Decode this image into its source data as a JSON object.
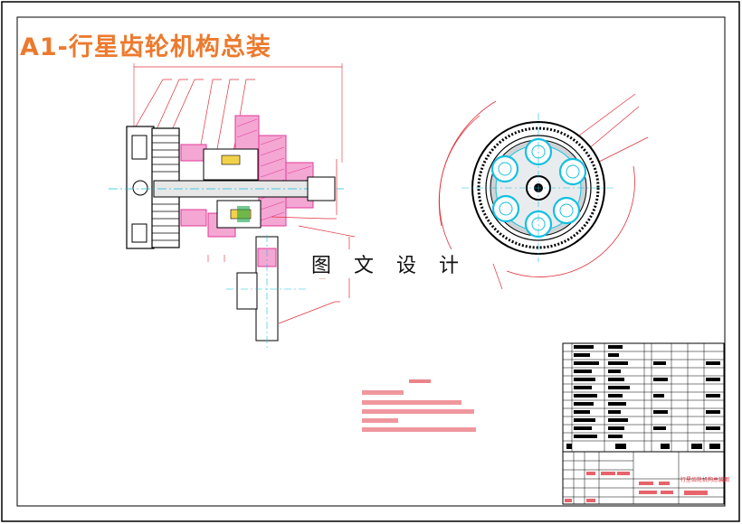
{
  "drawing": {
    "title": "A1-行星齿轮机构总装",
    "watermark": "图 文 设 计"
  },
  "colors": {
    "title": "#ec7a2e",
    "line": "#000000",
    "dimension": "#e0303b",
    "hatch": "#e23a9a",
    "part": "#16c0e0",
    "green": "#1aa44a"
  },
  "title_block": {
    "drawing_name": "行星齿轮机构总装图"
  }
}
